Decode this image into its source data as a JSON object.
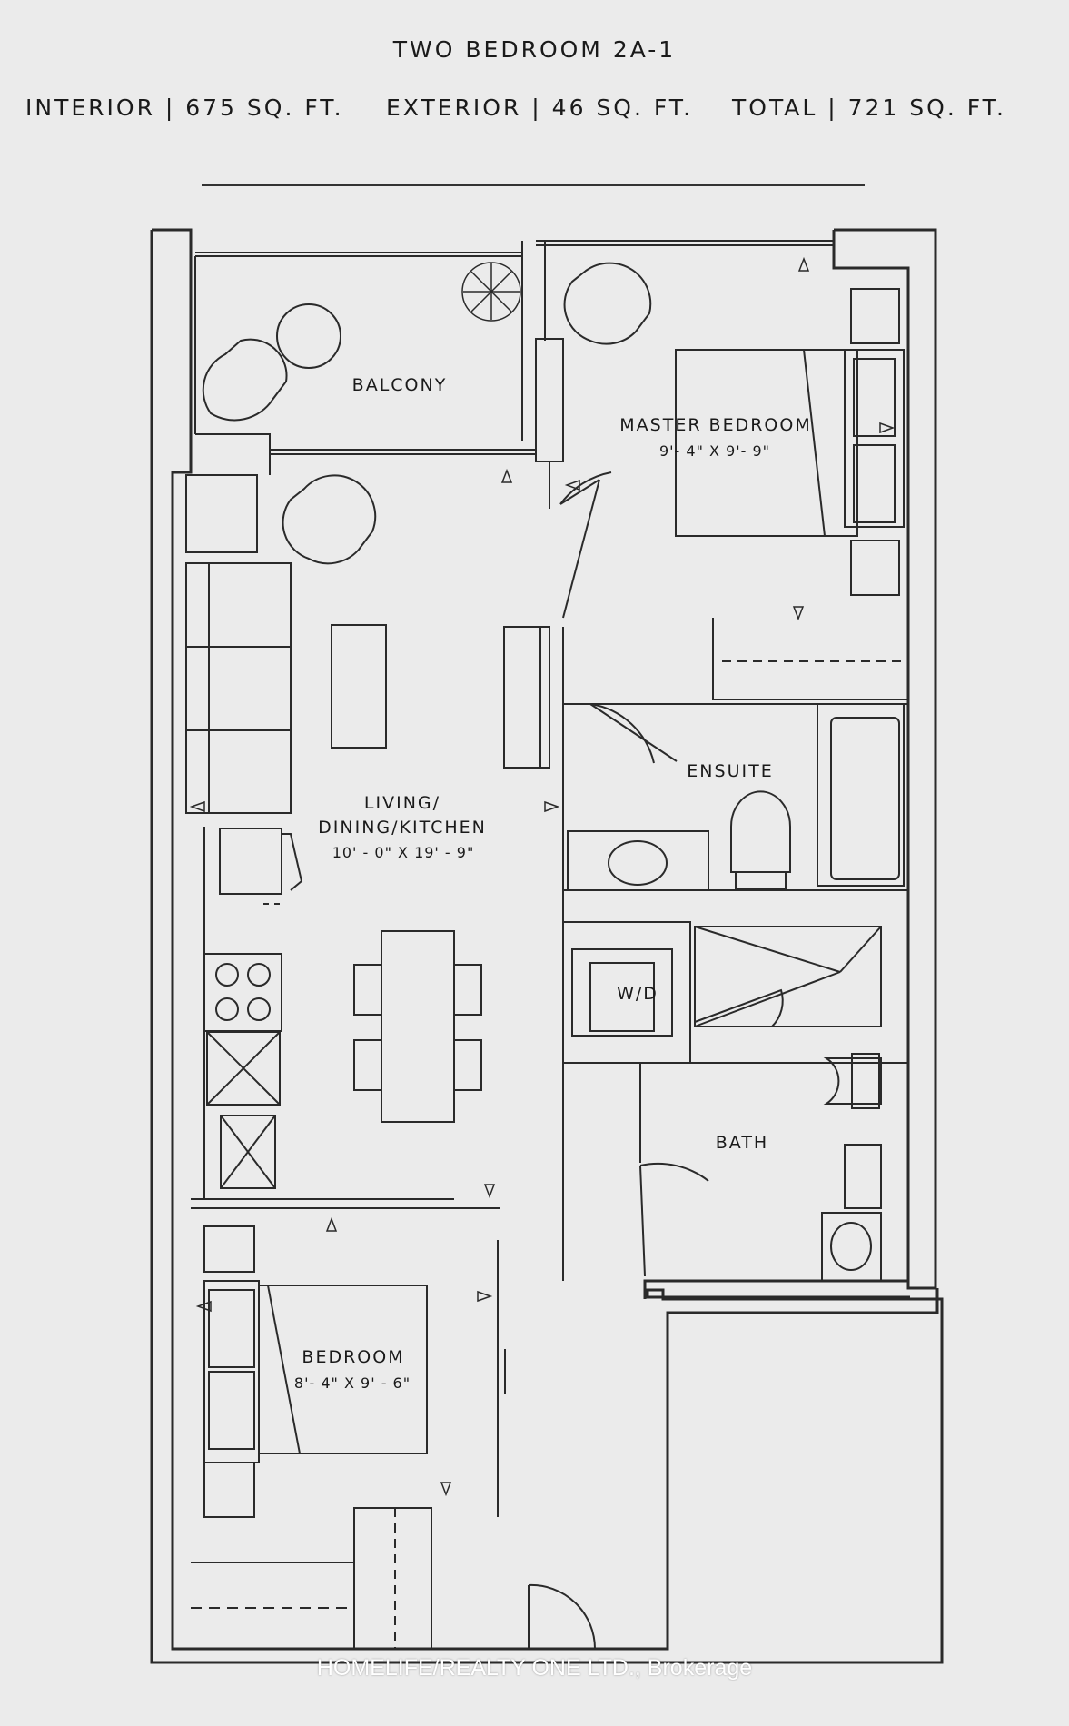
{
  "header": {
    "title": "TWO BEDROOM 2A-1",
    "interior": "INTERIOR | 675 SQ. FT.",
    "exterior": "EXTERIOR | 46 SQ. FT.",
    "total": "TOTAL | 721 SQ. FT."
  },
  "rooms": {
    "balcony": {
      "name": "BALCONY"
    },
    "master_bedroom": {
      "name": "MASTER BEDROOM",
      "dims": "9'- 4\" X 9'- 9\""
    },
    "living": {
      "name_line1": "LIVING/",
      "name_line2": "DINING/KITCHEN",
      "dims": "10' - 0\" X 19' - 9\""
    },
    "ensuite": {
      "name": "ENSUITE"
    },
    "laundry": {
      "name": "W/D"
    },
    "bath": {
      "name": "BATH"
    },
    "bedroom": {
      "name": "BEDROOM",
      "dims": "8'- 4\" X 9' - 6\""
    }
  },
  "watermark": "HOMELIFE/REALTY ONE LTD., Brokerage",
  "colors": {
    "background": "#ebebeb",
    "lines": "#2a2a2a"
  }
}
